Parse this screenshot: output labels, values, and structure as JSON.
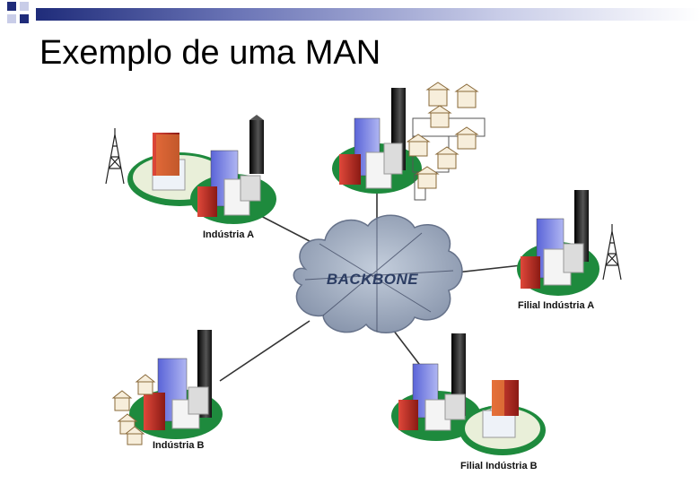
{
  "slide": {
    "title": "Exemplo de uma MAN"
  },
  "network": {
    "backbone_label": "BACKBONE",
    "nodes": {
      "industria_a": "Indústria A",
      "filial_industria_a": "Filial Indústria A",
      "industria_b": "Indústria B",
      "filial_industria_b": "Filial Indústria B"
    }
  },
  "colors": {
    "accent_dark": "#1f2c7a",
    "accent_light": "#c9cde8",
    "ground": "#1e8a3d",
    "cloud": "#a8b4c8",
    "tower_black": "#222222",
    "tower_blue": "#7f87e6",
    "tower_red": "#c0312b",
    "link_line": "#333333"
  }
}
